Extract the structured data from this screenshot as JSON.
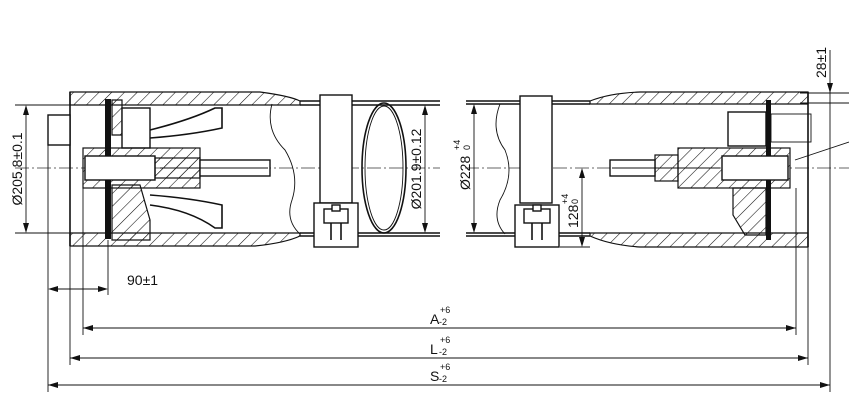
{
  "drawing": {
    "dimensions": {
      "left_bore": "Ø205.8±0.1",
      "pipe_diameter": "Ø201.9±0.12",
      "right_bore": {
        "base": "Ø228",
        "upper": "+4",
        "lower": "0"
      },
      "clamp_height": {
        "base": "128",
        "upper": "+4",
        "lower": "0"
      },
      "flange_offset": "28±1",
      "insert_depth": "90±1",
      "length_a": {
        "base": "A",
        "upper": "+6",
        "lower": "-2"
      },
      "length_l": {
        "base": "L",
        "upper": "+6",
        "lower": "-2"
      },
      "length_s": {
        "base": "S",
        "upper": "+6",
        "lower": "-2"
      }
    }
  }
}
